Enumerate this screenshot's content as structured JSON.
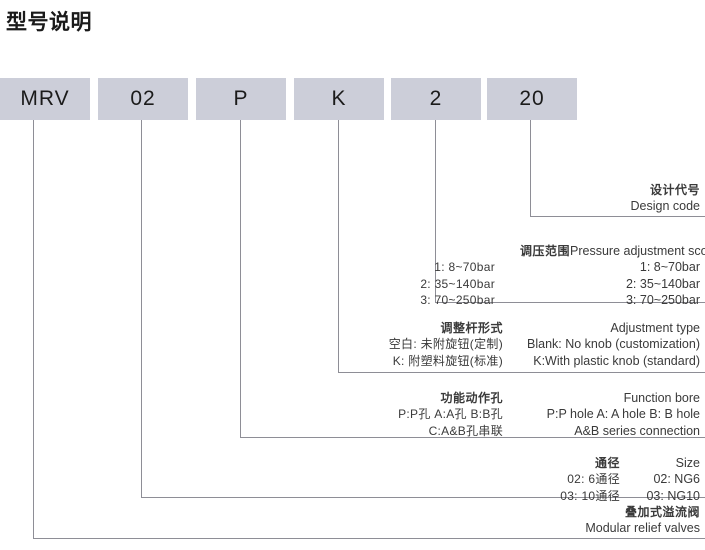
{
  "title": "型号说明",
  "code_boxes": [
    {
      "name": "series",
      "value": "MRV"
    },
    {
      "name": "size",
      "value": "02"
    },
    {
      "name": "function-bore",
      "value": "P"
    },
    {
      "name": "adjustment-type",
      "value": "K"
    },
    {
      "name": "pressure-scope",
      "value": "2"
    },
    {
      "name": "design-code",
      "value": "20"
    }
  ],
  "callouts": {
    "design_code": {
      "cn_head": "设计代号",
      "en_head": "Design code"
    },
    "pressure_scope": {
      "cn_head": "调压范围",
      "en_head": "Pressure adjustment scope",
      "rows": [
        {
          "cn": "1: 8~70bar",
          "en": "1: 8~70bar"
        },
        {
          "cn": "2: 35~140bar",
          "en": "2: 35~140bar"
        },
        {
          "cn": "3: 70~250bar",
          "en": "3: 70~250bar"
        }
      ]
    },
    "adjustment_type": {
      "cn_head": "调整杆形式",
      "en_head": "Adjustment type",
      "rows": [
        {
          "cn": "空白: 未附旋钮(定制)",
          "en": "Blank: No knob (customization)"
        },
        {
          "cn": "K: 附塑料旋钮(标准)",
          "en": "K:With plastic knob (standard)"
        }
      ]
    },
    "function_bore": {
      "cn_head": "功能动作孔",
      "en_head": "Function bore",
      "rows": [
        {
          "cn": "P:P孔  A:A孔  B:B孔",
          "en": "P:P hole   A: A hole   B: B hole"
        },
        {
          "cn": "C:A&B孔串联",
          "en": "A&B series connection"
        }
      ]
    },
    "size": {
      "cn_head": "通径",
      "en_head": "Size",
      "rows": [
        {
          "cn": "02: 6通径",
          "en": "02: NG6"
        },
        {
          "cn": "03: 10通径",
          "en": "03: NG10"
        }
      ]
    },
    "series": {
      "cn_head": "叠加式溢流阀",
      "en_head": "Modular relief valves"
    }
  },
  "colors": {
    "box_fill": "#ccced9",
    "line": "#8e8e96",
    "text": "#3a3a3a",
    "title": "#1a1a1a"
  }
}
